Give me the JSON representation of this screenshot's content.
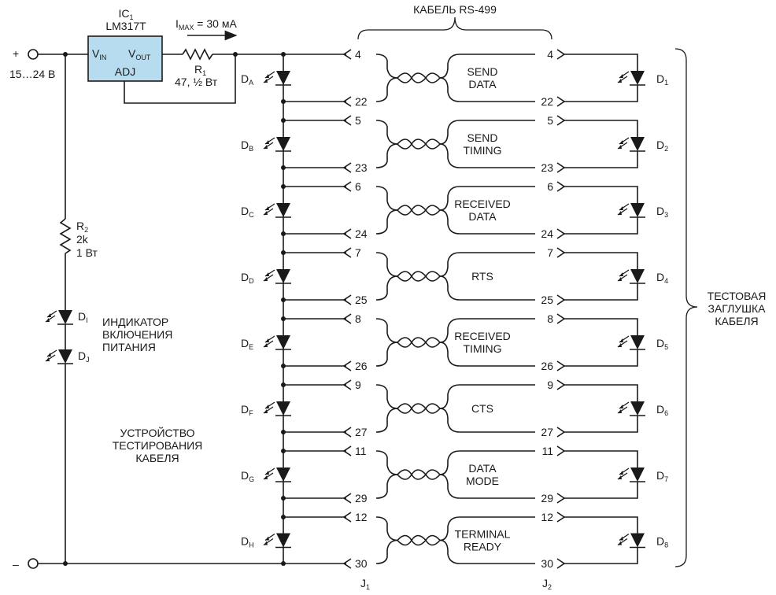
{
  "power": {
    "plus": "+",
    "minus": "–",
    "voltage": "15…24 В"
  },
  "regulator": {
    "name": "IC",
    "name_sub": "1",
    "part": "LM317T",
    "vin": "V",
    "vin_sub": "IN",
    "vout": "V",
    "vout_sub": "OUT",
    "adj": "ADJ"
  },
  "current": {
    "prefix": "I",
    "sub": "MAX",
    "value": " = 30 мА"
  },
  "r1": {
    "name": "R",
    "sub": "1",
    "value": "47, ½ Вт"
  },
  "r2": {
    "name": "R",
    "sub": "2",
    "value1": "2k",
    "value2": "1 Вт"
  },
  "dI": {
    "name": "D",
    "sub": "I"
  },
  "dJ": {
    "name": "D",
    "sub": "J"
  },
  "power_indicator": [
    "ИНДИКАТОР",
    "ВКЛЮЧЕНИЯ",
    "ПИТАНИЯ"
  ],
  "tester": [
    "УСТРОЙСТВО",
    "ТЕСТИРОВАНИЯ",
    "КАБЕЛЯ"
  ],
  "cable_title": "КАБЕЛЬ RS-499",
  "loopback": [
    "ТЕСТОВАЯ",
    "ЗАГЛУШКА",
    "КАБЕЛЯ"
  ],
  "j1": {
    "name": "J",
    "sub": "1"
  },
  "j2": {
    "name": "J",
    "sub": "2"
  },
  "pairs": [
    {
      "top": "4",
      "bottom": "22",
      "signal": [
        "SEND",
        "DATA"
      ],
      "left_led": "A",
      "right_led": "1"
    },
    {
      "top": "5",
      "bottom": "23",
      "signal": [
        "SEND",
        "TIMING"
      ],
      "left_led": "B",
      "right_led": "2"
    },
    {
      "top": "6",
      "bottom": "24",
      "signal": [
        "RECEIVED",
        "DATA"
      ],
      "left_led": "C",
      "right_led": "3"
    },
    {
      "top": "7",
      "bottom": "25",
      "signal": [
        "RTS"
      ],
      "left_led": "D",
      "right_led": "4"
    },
    {
      "top": "8",
      "bottom": "26",
      "signal": [
        "RECEIVED",
        "TIMING"
      ],
      "left_led": "E",
      "right_led": "5"
    },
    {
      "top": "9",
      "bottom": "27",
      "signal": [
        "CTS"
      ],
      "left_led": "F",
      "right_led": "6"
    },
    {
      "top": "11",
      "bottom": "29",
      "signal": [
        "DATA",
        "MODE"
      ],
      "left_led": "G",
      "right_led": "7"
    },
    {
      "top": "12",
      "bottom": "30",
      "signal": [
        "TERMINAL",
        "READY"
      ],
      "left_led": "H",
      "right_led": "8"
    }
  ],
  "colors": {
    "line": "#1a1a1a",
    "regulator_fill": "#b8dcef"
  }
}
